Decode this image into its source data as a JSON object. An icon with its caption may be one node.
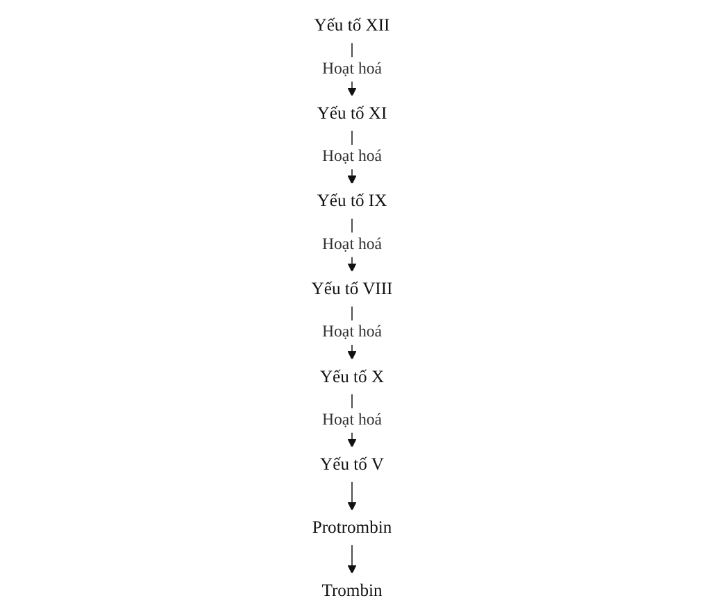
{
  "diagram": {
    "nodes": [
      {
        "text": [
          "Yếu tố XII"
        ]
      },
      {
        "text": [
          "Yếu tố XI"
        ]
      },
      {
        "text": [
          "Yếu tố IX"
        ]
      },
      {
        "text": [
          "Yếu tố VIII"
        ]
      },
      {
        "text": [
          "Yếu tố X"
        ]
      },
      {
        "text": [
          "Yếu tố V"
        ]
      },
      {
        "text": [
          "Protrombin"
        ]
      },
      {
        "text": [
          "Trombin"
        ]
      }
    ],
    "edges": [
      {
        "from": 0,
        "to": 1,
        "arrow": "to",
        "label": "Hoạt hoá"
      },
      {
        "from": 1,
        "to": 2,
        "arrow": "to",
        "label": "Hoạt hoá"
      },
      {
        "from": 2,
        "to": 3,
        "arrow": "to",
        "label": "Hoạt hoá"
      },
      {
        "from": 3,
        "to": 4,
        "arrow": "to",
        "label": "Hoạt hoá"
      },
      {
        "from": 4,
        "to": 5,
        "arrow": "to",
        "label": "Hoạt hoá"
      },
      {
        "from": 5,
        "to": 6,
        "arrow": "to"
      },
      {
        "from": 6,
        "to": 7,
        "arrow": "to"
      }
    ]
  }
}
